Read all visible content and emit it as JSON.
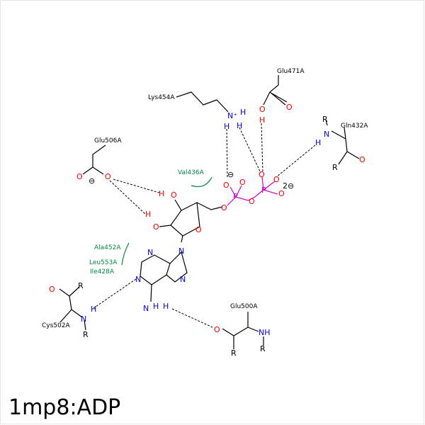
{
  "diagram": {
    "title": "1mp8:ADP",
    "colors": {
      "carbon": "#000000",
      "oxygen": "#ff0000",
      "nitrogen": "#0000ff",
      "phosphorus": "#cc00cc",
      "hydrophobic": "#008844"
    },
    "residues": {
      "glu471": "Glu471A",
      "lys454": "Lys454A",
      "gln432": "Gln432A",
      "glu506": "Glu506A",
      "val436": "Val436A",
      "ala452": "Ala452A",
      "leu553": "Leu553A",
      "ile428": "Ile428A",
      "cys502": "Cys502A",
      "glu500": "Glu500A"
    },
    "atoms": {
      "O": "O",
      "N": "N",
      "H": "H",
      "P": "P",
      "R": "R",
      "NH": "NH",
      "nplus": "N⁺",
      "minus": "⊖",
      "two_minus": "2⊖"
    }
  }
}
